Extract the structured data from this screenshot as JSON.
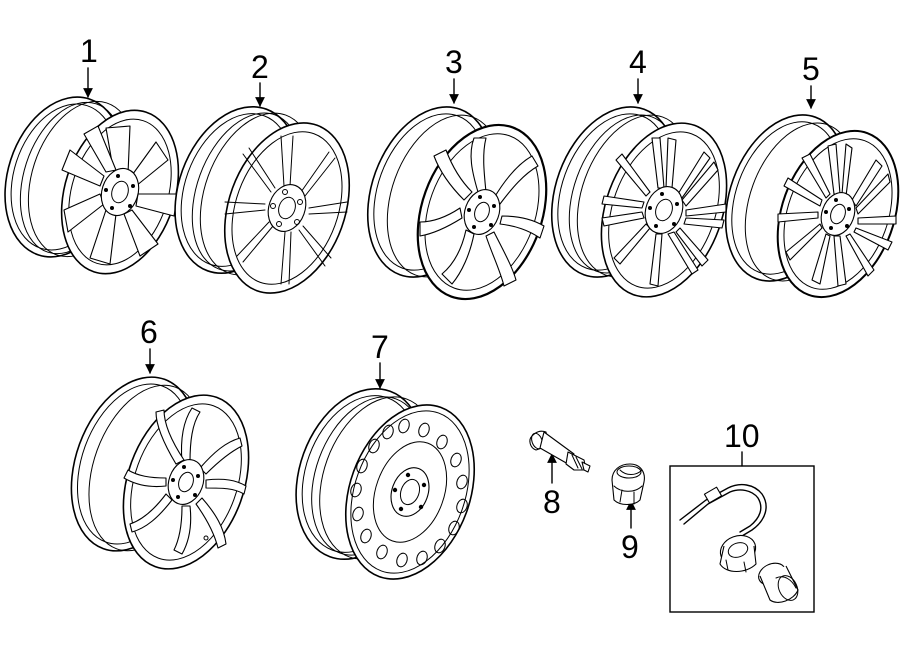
{
  "parts": [
    {
      "callout": "1",
      "icon": "alloy-wheel-icon"
    },
    {
      "callout": "2",
      "icon": "alloy-wheel-icon"
    },
    {
      "callout": "3",
      "icon": "alloy-wheel-icon"
    },
    {
      "callout": "4",
      "icon": "alloy-wheel-icon"
    },
    {
      "callout": "5",
      "icon": "alloy-wheel-icon"
    },
    {
      "callout": "6",
      "icon": "alloy-wheel-icon"
    },
    {
      "callout": "7",
      "icon": "steel-wheel-icon"
    },
    {
      "callout": "8",
      "icon": "valve-stem-icon"
    },
    {
      "callout": "9",
      "icon": "lug-nut-icon"
    },
    {
      "callout": "10",
      "icon": "wheel-lock-kit-icon"
    }
  ]
}
